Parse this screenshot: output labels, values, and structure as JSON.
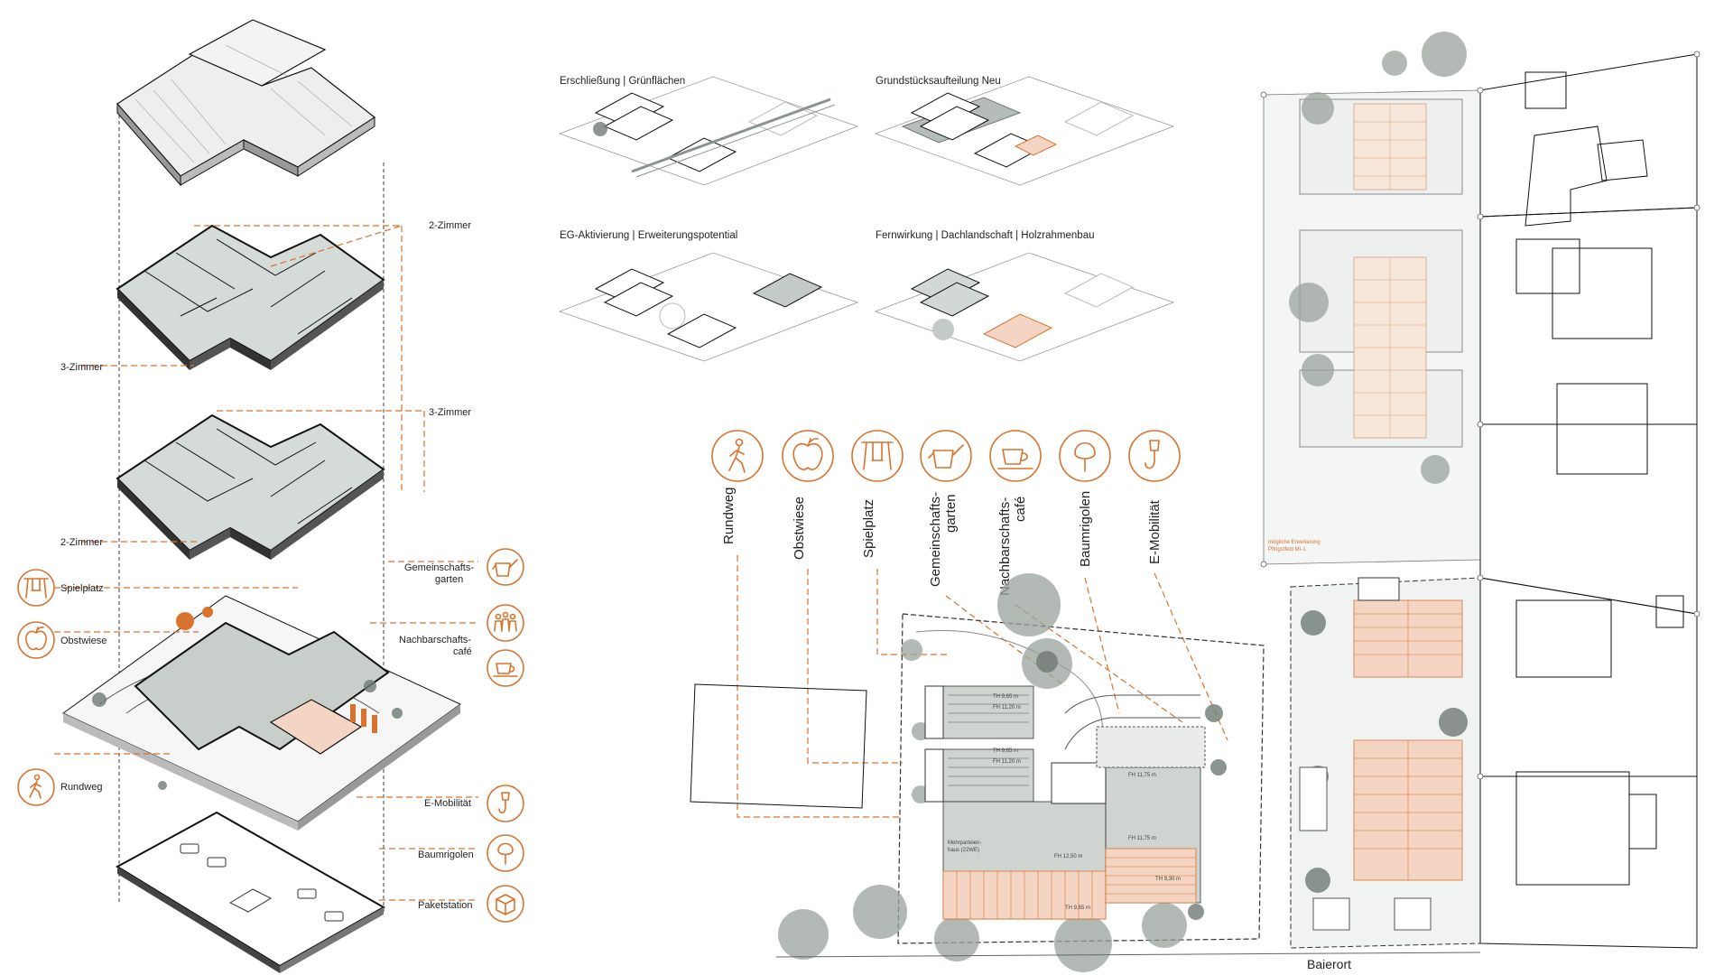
{
  "exploded_labels": {
    "zimmer2_top": "2-Zimmer",
    "zimmer3_left": "3-Zimmer",
    "zimmer3_right": "3-Zimmer",
    "zimmer2_left": "2-Zimmer",
    "spielplatz": "Spielplatz",
    "obstwiese": "Obstwiese",
    "rundweg": "Rundweg",
    "gemeinschaftsgarten_1": "Gemeinschafts-",
    "gemeinschaftsgarten_2": "garten",
    "nachbarschaftscafe_1": "Nachbarschafts-",
    "nachbarschaftscafe_2": "café",
    "emobilitaet": "E-Mobilität",
    "baumrigolen": "Baumrigolen",
    "paketstation": "Paketstation"
  },
  "concept_titles": {
    "t1": "Erschließung | Grünflächen",
    "t2": "Grundstücksaufteilung Neu",
    "t3": "EG-Aktivierung | Erweiterungspotential",
    "t4": "Fernwirkung | Dachlandschaft | Holzrahmenbau"
  },
  "legend_vertical": {
    "v1": "Rundweg",
    "v2": "Obstwiese",
    "v3": "Spielplatz",
    "v4a": "Gemeinschafts-",
    "v4b": "garten",
    "v5a": "Nachbarschafts-",
    "v5b": "café",
    "v6": "Baumrigolen",
    "v7": "E-Mobilität"
  },
  "plan": {
    "street": "Baierort",
    "expansion_1": "mögliche Erweiterung",
    "expansion_2": "Pfingstfeld MI-1",
    "th1": "TH 9,65 m",
    "fh1": "FH 11,20 m",
    "th2": "TH 9,65 m",
    "fh2": "FH 11,20 m",
    "fh3": "FH 11,75 m",
    "fh4": "FH 11,75 m",
    "fh5": "FH 12,50 m",
    "th3": "TH 9,30 m",
    "th4": "TH 9,65 m",
    "mfh": "Mehrparteien-",
    "mfh2": "haus (22WE)"
  },
  "colors": {
    "accent": "#d7732f",
    "fill_roof": "#f4d5c3",
    "gray": "#cfd4d1"
  },
  "icons": [
    "walker-icon",
    "apple-icon",
    "swing-icon",
    "watering-can-icon",
    "coffee-cup-icon",
    "tree-icon",
    "charging-plug-icon",
    "parcel-box-icon",
    "people-icon"
  ]
}
